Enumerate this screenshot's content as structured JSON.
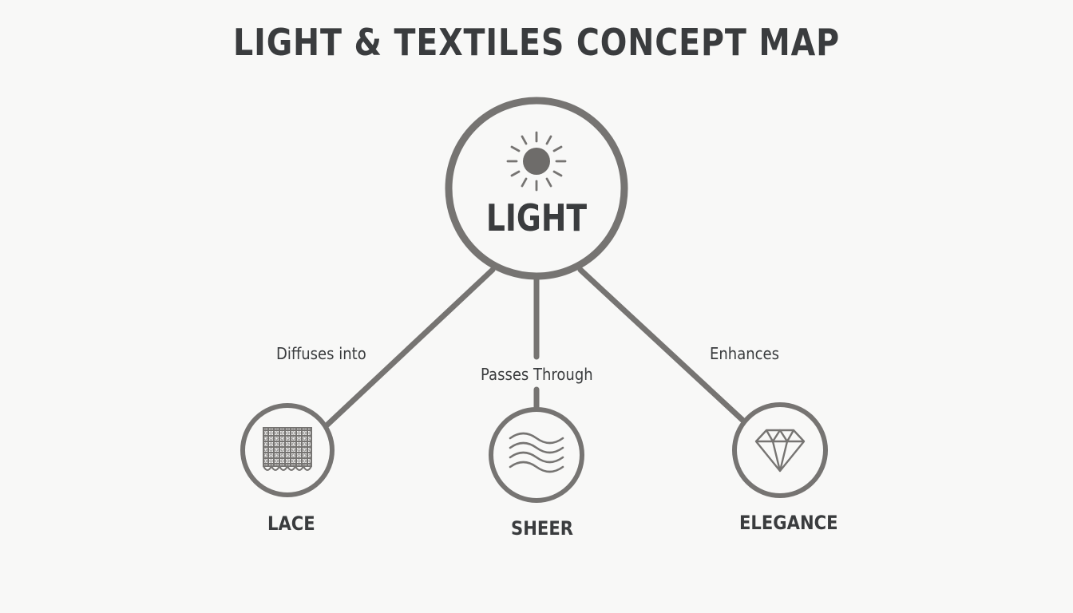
{
  "title": "LIGHT & TEXTILES CONCEPT MAP",
  "colors": {
    "stroke": "#767472",
    "text": "#3a3c3e",
    "background": "#f8f8f7"
  },
  "center": {
    "label": "LIGHT",
    "icon": "sun-icon"
  },
  "nodes": [
    {
      "label": "LACE",
      "edge_label": "Diffuses into",
      "icon": "lace-icon"
    },
    {
      "label": "SHEER",
      "edge_label": "Passes Through",
      "icon": "waves-icon"
    },
    {
      "label": "ELEGANCE",
      "edge_label": "Enhances",
      "icon": "diamond-icon"
    }
  ]
}
